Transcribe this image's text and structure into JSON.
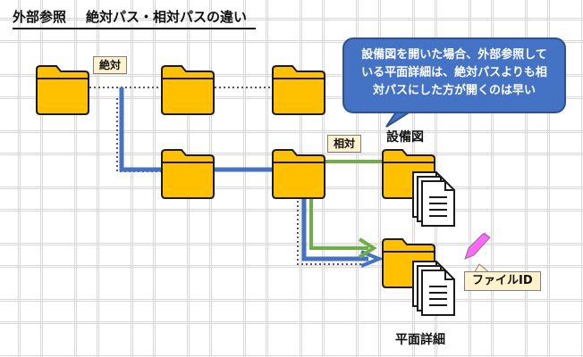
{
  "title": {
    "part1": "外部参照",
    "part2": "絶対パス・相対パスの違い"
  },
  "tags": {
    "absolute": "絶対",
    "relative": "相対"
  },
  "callout": {
    "line1": "設備図を開いた場合、外部参照して",
    "line2": "いる平面詳細は、絶対パスよりも相",
    "line3": "対パスにした方が開くのは早い"
  },
  "folders": {
    "equipment_label": "設備図",
    "plan_label": "平面詳細"
  },
  "file_id_label": "ファイルID",
  "colors": {
    "folder_fill": "#ffc000",
    "folder_stroke": "#1a1a1a",
    "absolute_path": "#4472c4",
    "relative_path": "#70ad47",
    "dotted_link": "#595959",
    "callout_fill": "#4472c4",
    "tag_fill": "#fff2cc",
    "pointer_arrow": "#ff66ff"
  }
}
